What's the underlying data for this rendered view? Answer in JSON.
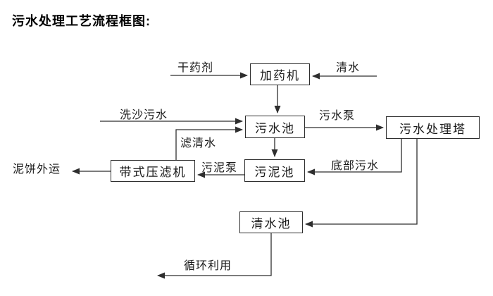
{
  "page": {
    "title": "污水处理工艺流程框图:"
  },
  "diagram": {
    "nodes": [
      {
        "id": "dosing-machine",
        "label": "加药机"
      },
      {
        "id": "sewage-pool",
        "label": "污水池"
      },
      {
        "id": "treatment-tower",
        "label": "污水处理塔"
      },
      {
        "id": "belt-filter-press",
        "label": "带式压滤机"
      },
      {
        "id": "sludge-pool",
        "label": "污泥池"
      },
      {
        "id": "clean-water-pool",
        "label": "清水池"
      }
    ],
    "flow_labels": [
      {
        "id": "dry-chemical",
        "label": "干药剂"
      },
      {
        "id": "clean-water",
        "label": "清水"
      },
      {
        "id": "sand-washing-sewage",
        "label": "洗沙污水"
      },
      {
        "id": "sewage-pump",
        "label": "污水泵"
      },
      {
        "id": "filtered-water",
        "label": "滤清水"
      },
      {
        "id": "mud-cake-out",
        "label": "泥饼外运"
      },
      {
        "id": "sludge-pump",
        "label": "污泥泵"
      },
      {
        "id": "bottom-sewage",
        "label": "底部污水"
      },
      {
        "id": "recycle-use",
        "label": "循环利用"
      }
    ],
    "colors": {
      "background": "#ffffff",
      "line": "#2e2e2e",
      "box_border": "#2e2e2e",
      "text": "#1a1a1a"
    }
  }
}
